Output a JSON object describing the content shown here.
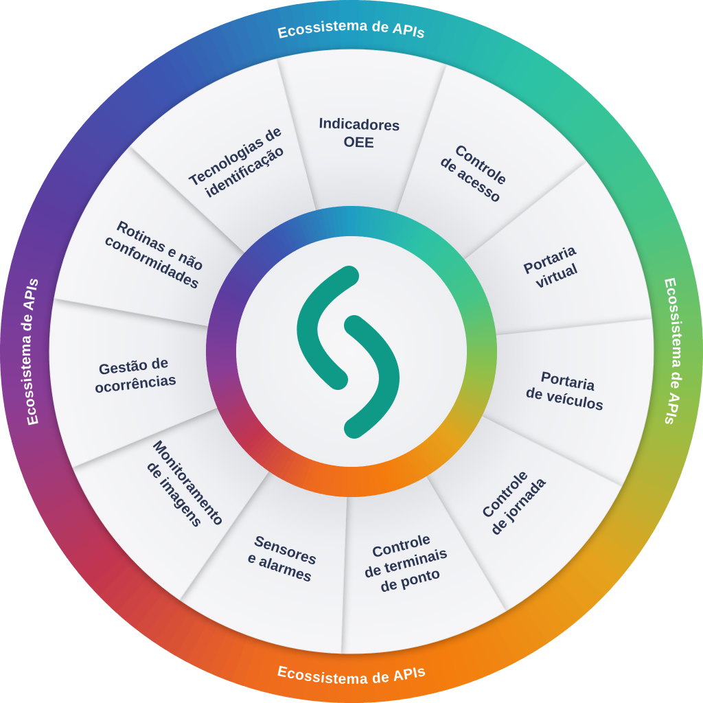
{
  "ring_label": "Ecossistema de APIs",
  "segments": [
    {
      "lines": [
        "Indicadores",
        "OEE"
      ]
    },
    {
      "lines": [
        "Controle",
        "de acesso"
      ]
    },
    {
      "lines": [
        "Portaria",
        "virtual"
      ]
    },
    {
      "lines": [
        "Portaria",
        "de veículos"
      ]
    },
    {
      "lines": [
        "Controle",
        "de jornada"
      ]
    },
    {
      "lines": [
        "Controle",
        "de terminais",
        "de ponto"
      ]
    },
    {
      "lines": [
        "Sensores",
        "e alarmes"
      ]
    },
    {
      "lines": [
        "Monitoramento",
        "de imagens"
      ]
    },
    {
      "lines": [
        "Gestão de",
        "ocorrências"
      ]
    },
    {
      "lines": [
        "Rotinas e não",
        "conformidades"
      ]
    },
    {
      "lines": [
        "Tecnologias de",
        "identificação"
      ]
    }
  ],
  "colors": {
    "label_text": "#2b3655",
    "ring_text": "#ffffff",
    "logo": "#0f9a88",
    "gradient": [
      "#1f9fc2",
      "#2cc2a6",
      "#45c487",
      "#8fc04a",
      "#e6a21c",
      "#f47c0d",
      "#ee6a1f",
      "#c2354f",
      "#8a3d96",
      "#5d3c9f",
      "#3a57b2",
      "#1f9fc2"
    ]
  },
  "center_logo": "s-shaped-logo-icon"
}
